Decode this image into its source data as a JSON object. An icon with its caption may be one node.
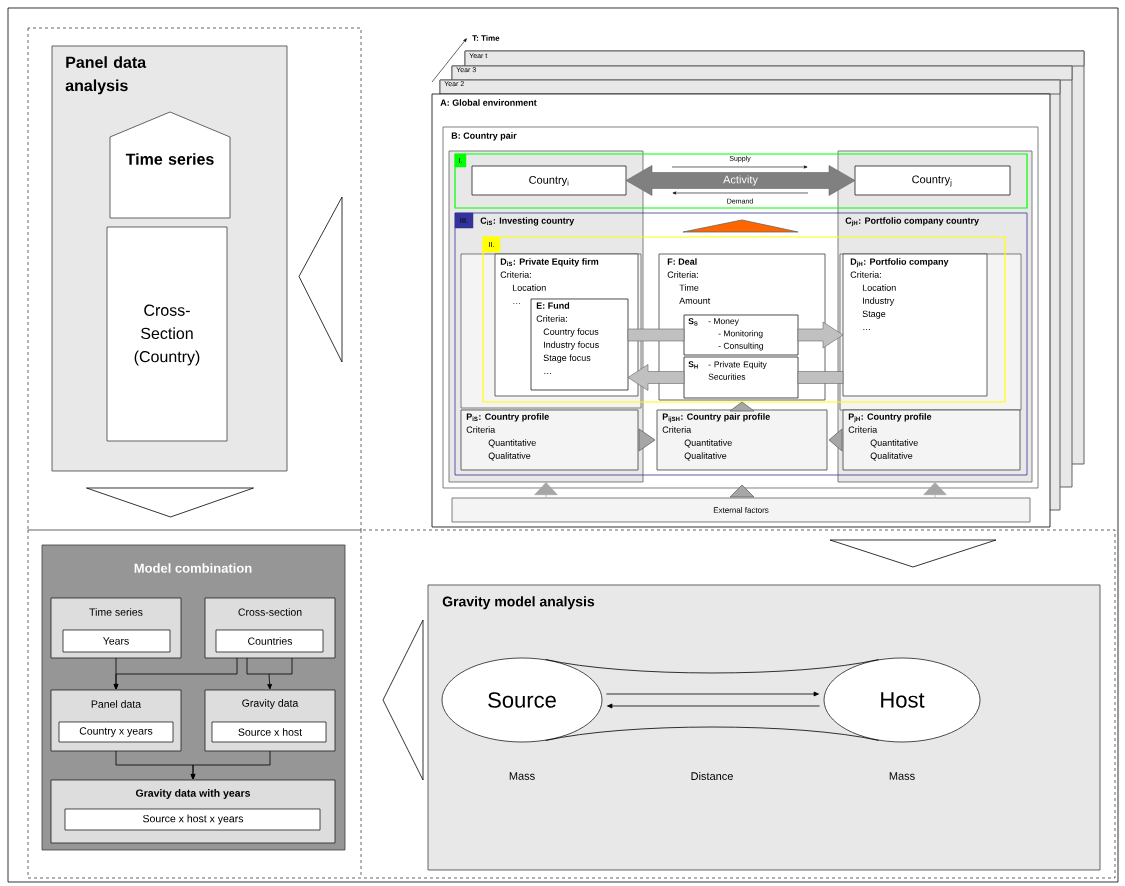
{
  "diagram": {
    "nodes": [
      {
        "text": [
          "Panel data analysis"
        ]
      },
      {
        "text": [
          "Time series"
        ],
        "in": 0
      },
      {
        "text": [
          "Cross-Section (Country)"
        ],
        "in": 0
      },
      {
        "text": [
          "Year t"
        ]
      },
      {
        "text": [
          "Year 3"
        ]
      },
      {
        "text": [
          "Year 2"
        ]
      },
      {
        "text": [
          "A: Global environment"
        ]
      },
      {
        "text": [
          "B: Country pair"
        ],
        "in": 6
      },
      {
        "text": [
          "C$_{iS}$: Investing country"
        ],
        "in": 7
      },
      {
        "text": [
          "Country$_{i}$"
        ],
        "in": 8
      },
      {
        "text": [
          "C$_{jH}$: Portfolio company country"
        ],
        "in": 7
      },
      {
        "text": [
          "Country$_{j}$"
        ],
        "in": 10
      },
      {
        "text": [
          "I."
        ],
        "in": 8
      },
      {
        "text": [
          "III."
        ],
        "in": 8
      },
      {
        "text": [
          "II."
        ],
        "in": 8
      },
      {
        "text": [
          "D$_{iS}$: Private Equity firm",
          "Criteria:",
          "Location",
          "…"
        ],
        "in": 8
      },
      {
        "text": [
          "E: Fund",
          "Criteria:",
          "Country focus",
          "Industry focus",
          "Stage focus",
          "…"
        ],
        "in": 15
      },
      {
        "text": [
          "F: Deal",
          "Criteria:",
          "Time",
          "Amount"
        ],
        "in": 7
      },
      {
        "text": [
          "S$_{S}$",
          "- Money",
          "- Monitoring",
          "- Consulting"
        ],
        "in": 17
      },
      {
        "text": [
          "S$_{H}$",
          "- Private Equity Securities"
        ],
        "in": 17
      },
      {
        "text": [
          "D$_{jH}$: Portfolio company",
          "Criteria:",
          "Location",
          "Industry",
          "Stage",
          "…"
        ],
        "in": 10
      },
      {
        "text": [
          "P$_{iS}$: Country profile",
          "Criteria",
          "Quantitative",
          "Qualitative"
        ],
        "in": 8
      },
      {
        "text": [
          "P$_{ijSH}$: Country pair profile",
          "Criteria",
          "Quantitative",
          "Qualitative"
        ],
        "in": 7
      },
      {
        "text": [
          "P$_{jH}$: Country profile",
          "Criteria",
          "Quantitative",
          "Qualitative"
        ],
        "in": 10
      },
      {
        "text": [
          "External factors"
        ],
        "in": 6
      },
      {
        "text": [
          "Model combination"
        ]
      },
      {
        "text": [
          "Time series"
        ],
        "in": 25
      },
      {
        "text": [
          "Years"
        ],
        "in": 26
      },
      {
        "text": [
          "Cross-section"
        ],
        "in": 25
      },
      {
        "text": [
          "Countries"
        ],
        "in": 28
      },
      {
        "text": [
          "Panel data"
        ],
        "in": 25
      },
      {
        "text": [
          "Country x years"
        ],
        "in": 30
      },
      {
        "text": [
          "Gravity data"
        ],
        "in": 25
      },
      {
        "text": [
          "Source x host"
        ],
        "in": 32
      },
      {
        "text": [
          "Gravity data with years"
        ],
        "in": 25
      },
      {
        "text": [
          "Source x host x years"
        ],
        "in": 34
      },
      {
        "text": [
          "Gravity model analysis"
        ]
      },
      {
        "text": [
          "Source"
        ],
        "in": 36,
        "beside": [
          "Mass"
        ]
      },
      {
        "text": [
          "Host"
        ],
        "in": 36,
        "beside": [
          "Mass"
        ]
      }
    ],
    "edges": [
      {
        "from": 6,
        "to": 0,
        "arrow": "to"
      },
      {
        "from": 0,
        "to": 25,
        "arrow": "to"
      },
      {
        "from": 6,
        "to": 36,
        "arrow": "to"
      },
      {
        "from": 36,
        "to": 25,
        "arrow": "to"
      },
      {
        "from": 9,
        "to": 11,
        "arrow": "both",
        "label": "Activity",
        "color": "#808080"
      },
      {
        "from": 17,
        "to": null,
        "arrow": "to",
        "color": "#ff6600"
      },
      {
        "from": 16,
        "to": 18,
        "arrow": "none",
        "color": "#c0c0c0"
      },
      {
        "from": 18,
        "to": 20,
        "arrow": "to",
        "color": "#c0c0c0"
      },
      {
        "from": 20,
        "to": 19,
        "arrow": "none",
        "color": "#c0c0c0"
      },
      {
        "from": 19,
        "to": 16,
        "arrow": "to",
        "color": "#c0c0c0"
      },
      {
        "from": 21,
        "to": 22,
        "arrow": "to",
        "color": "#a6a6a6"
      },
      {
        "from": 23,
        "to": 22,
        "arrow": "to",
        "color": "#a6a6a6"
      },
      {
        "from": 22,
        "to": 17,
        "arrow": "to",
        "color": "#a6a6a6"
      },
      {
        "from": 24,
        "to": 8,
        "arrow": "to",
        "color": "#a6a6a6"
      },
      {
        "from": 24,
        "to": 22,
        "arrow": "to",
        "color": "#a6a6a6"
      },
      {
        "from": 24,
        "to": 10,
        "arrow": "to",
        "color": "#a6a6a6"
      },
      {
        "from": 26,
        "to": 30,
        "arrow": "to"
      },
      {
        "from": 28,
        "to": 30,
        "arrow": "to"
      },
      {
        "from": 28,
        "to": 32,
        "arrow": "to"
      },
      {
        "from": 30,
        "to": 34,
        "arrow": "to"
      },
      {
        "from": 32,
        "to": 34,
        "arrow": "to"
      },
      {
        "from": 37,
        "to": 38,
        "arrow": "to"
      },
      {
        "from": 38,
        "to": 37,
        "arrow": "to"
      },
      {
        "from": 37,
        "to": 38,
        "arrow": "none"
      },
      {
        "from": 37,
        "to": 38,
        "arrow": "none"
      }
    ],
    "labels": [
      "T: Time",
      "Supply",
      "Demand",
      "Distance"
    ]
  }
}
